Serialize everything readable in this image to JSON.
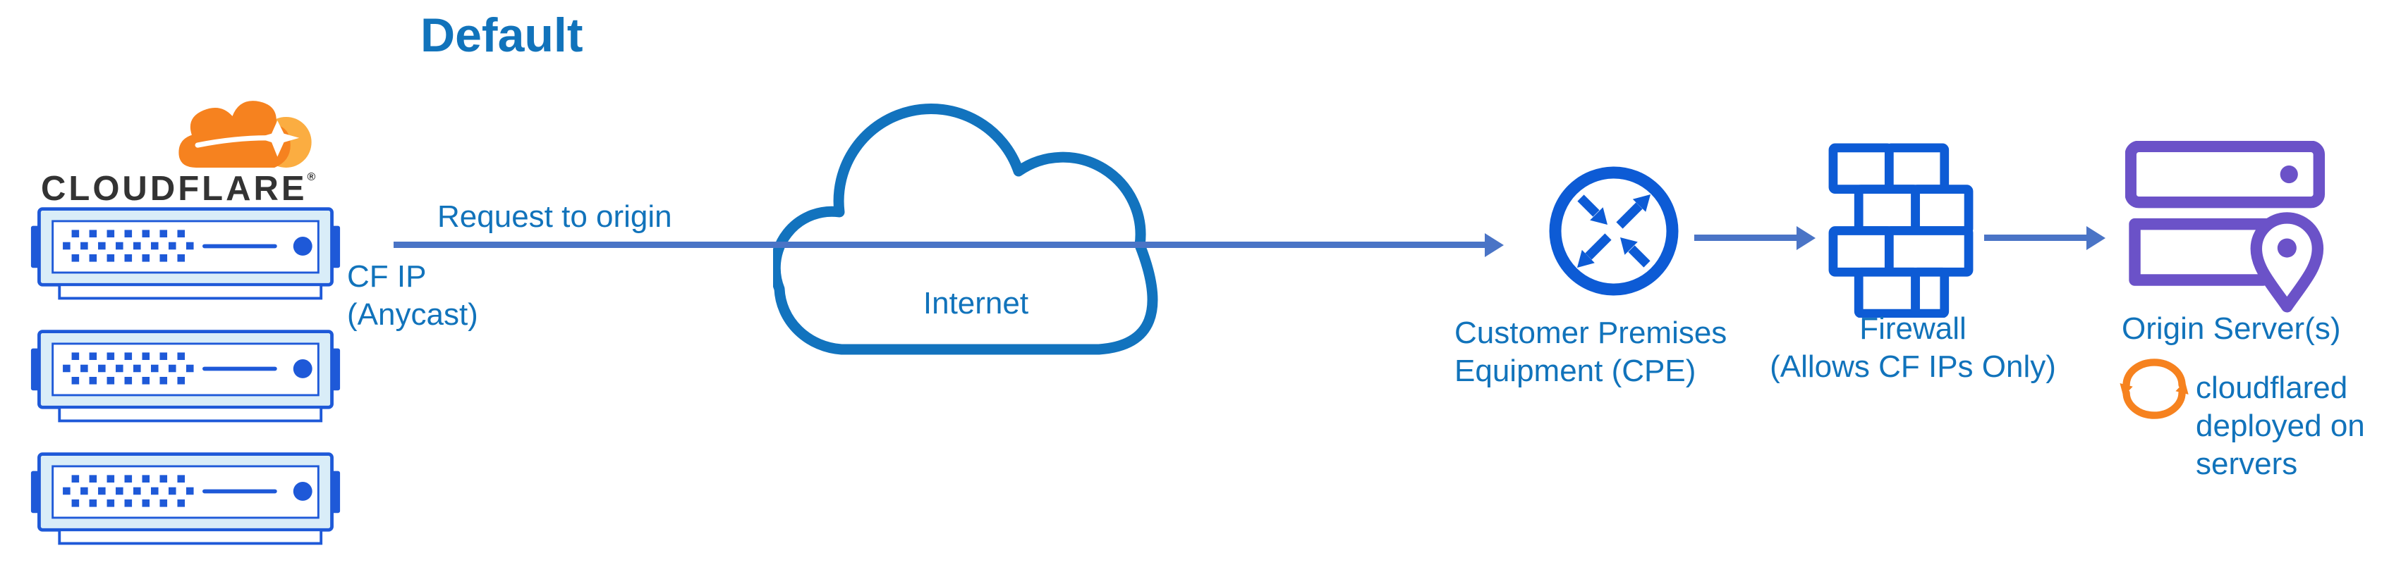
{
  "title": "Default",
  "colors": {
    "label_blue": "#1173BB",
    "arrow_blue": "#4A74C6",
    "icon_blue": "#0D5BD5",
    "server_blue": "#1E59D8",
    "server_fill": "#D9EDF8",
    "cloud_blue": "#1273BE",
    "purple": "#6B52C8",
    "orange": "#F6821F",
    "orange_light": "#FBAD41",
    "wordmark_dark": "#333333"
  },
  "cloudflare": {
    "wordmark": "CLOUDFLARE",
    "registered_mark": "®",
    "server_count": "3"
  },
  "flow": {
    "request_label": "Request to origin",
    "cf_ip_lines": [
      "CF IP",
      "(Anycast)"
    ],
    "internet_label": "Internet"
  },
  "nodes": {
    "cpe": {
      "label_lines": [
        "Customer Premises",
        "Equipment (CPE)"
      ]
    },
    "firewall": {
      "label_lines": [
        "Firewall",
        "(Allows CF IPs Only)"
      ]
    },
    "origin": {
      "label": "Origin Server(s)",
      "note_lines": [
        "cloudflared",
        "deployed on",
        "servers"
      ]
    }
  }
}
